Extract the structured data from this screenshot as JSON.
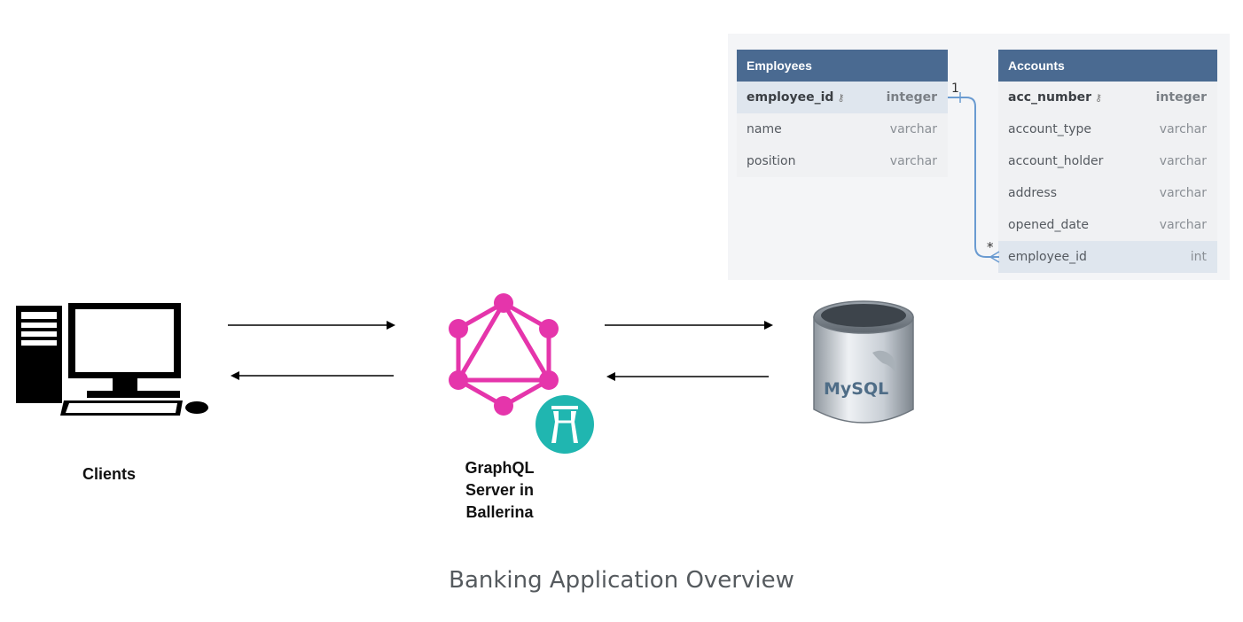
{
  "nodes": {
    "clients_label": "Clients",
    "server_label_lines": [
      "GraphQL",
      "Server in",
      "Ballerina"
    ],
    "mysql_label": "MySQL"
  },
  "er": {
    "employees": {
      "title": "Employees",
      "rows": [
        {
          "name": "employee_id",
          "type": "integer"
        },
        {
          "name": "name",
          "type": "varchar"
        },
        {
          "name": "position",
          "type": "varchar"
        }
      ]
    },
    "accounts": {
      "title": "Accounts",
      "rows": [
        {
          "name": "acc_number",
          "type": "integer"
        },
        {
          "name": "account_type",
          "type": "varchar"
        },
        {
          "name": "account_holder",
          "type": "varchar"
        },
        {
          "name": "address",
          "type": "varchar"
        },
        {
          "name": "opened_date",
          "type": "varchar"
        },
        {
          "name": "employee_id",
          "type": "int"
        }
      ]
    },
    "relation": {
      "from_cardinality": "1",
      "to_cardinality": "*"
    }
  },
  "caption": "Banking Application Overview",
  "colors": {
    "graphql_pink": "#e535ab",
    "ballerina_teal": "#20b6b0",
    "er_header": "#4a6a91",
    "relation_line": "#6a9bd1"
  }
}
